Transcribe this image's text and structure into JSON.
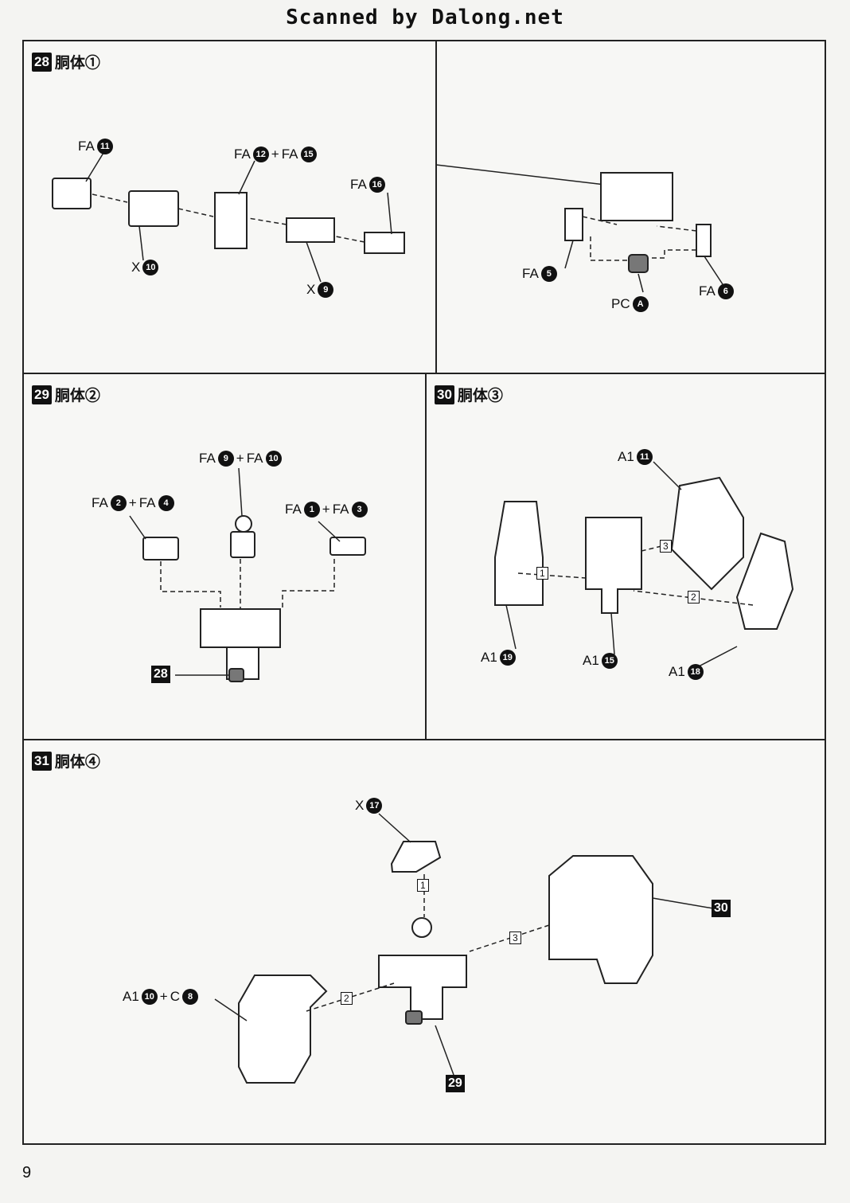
{
  "header": {
    "title": "Scanned by Dalong.net"
  },
  "page_number": "9",
  "steps": [
    {
      "no": "28",
      "title": "胴体①",
      "labels": [
        {
          "prefix": "FA",
          "num": "11"
        },
        {
          "prefix": "FA",
          "num": "12",
          "plus": "FA",
          "num2": "15"
        },
        {
          "prefix": "FA",
          "num": "16"
        },
        {
          "prefix": "X",
          "num": "10"
        },
        {
          "prefix": "X",
          "num": "9"
        },
        {
          "prefix": "FA",
          "num": "5"
        },
        {
          "prefix": "PC",
          "num": "A"
        },
        {
          "prefix": "FA",
          "num": "6"
        }
      ]
    },
    {
      "no": "29",
      "title": "胴体②",
      "labels": [
        {
          "prefix": "FA",
          "num": "9",
          "plus": "FA",
          "num2": "10"
        },
        {
          "prefix": "FA",
          "num": "2",
          "plus": "FA",
          "num2": "4"
        },
        {
          "prefix": "FA",
          "num": "1",
          "plus": "FA",
          "num2": "3"
        }
      ],
      "ref": "28"
    },
    {
      "no": "30",
      "title": "胴体③",
      "labels": [
        {
          "prefix": "A1",
          "num": "11"
        },
        {
          "prefix": "A1",
          "num": "19"
        },
        {
          "prefix": "A1",
          "num": "15"
        },
        {
          "prefix": "A1",
          "num": "18"
        }
      ],
      "steps": [
        "1",
        "2",
        "3"
      ]
    },
    {
      "no": "31",
      "title": "胴体④",
      "labels": [
        {
          "prefix": "X",
          "num": "17"
        },
        {
          "prefix": "A1",
          "num": "10",
          "plus": "C",
          "num2": "8"
        }
      ],
      "refs": [
        "30",
        "29"
      ],
      "steps": [
        "1",
        "2",
        "3"
      ]
    }
  ]
}
